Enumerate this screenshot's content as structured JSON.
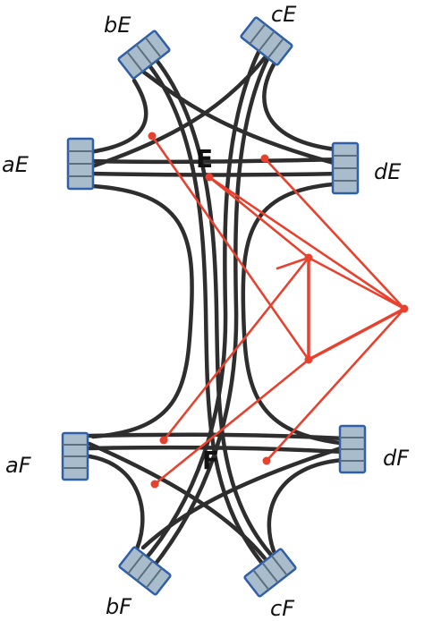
{
  "colors": {
    "track": "#2e2e2e",
    "connector_fill": "#a9bccb",
    "connector_stroke": "#2f5fa8",
    "red": "#e8412e"
  },
  "nodes": {
    "E": "E",
    "F": "F"
  },
  "ports": {
    "aE": "aE",
    "bE": "bE",
    "cE": "cE",
    "dE": "dE",
    "aF": "aF",
    "bF": "bF",
    "cF": "cF",
    "dF": "dF"
  }
}
